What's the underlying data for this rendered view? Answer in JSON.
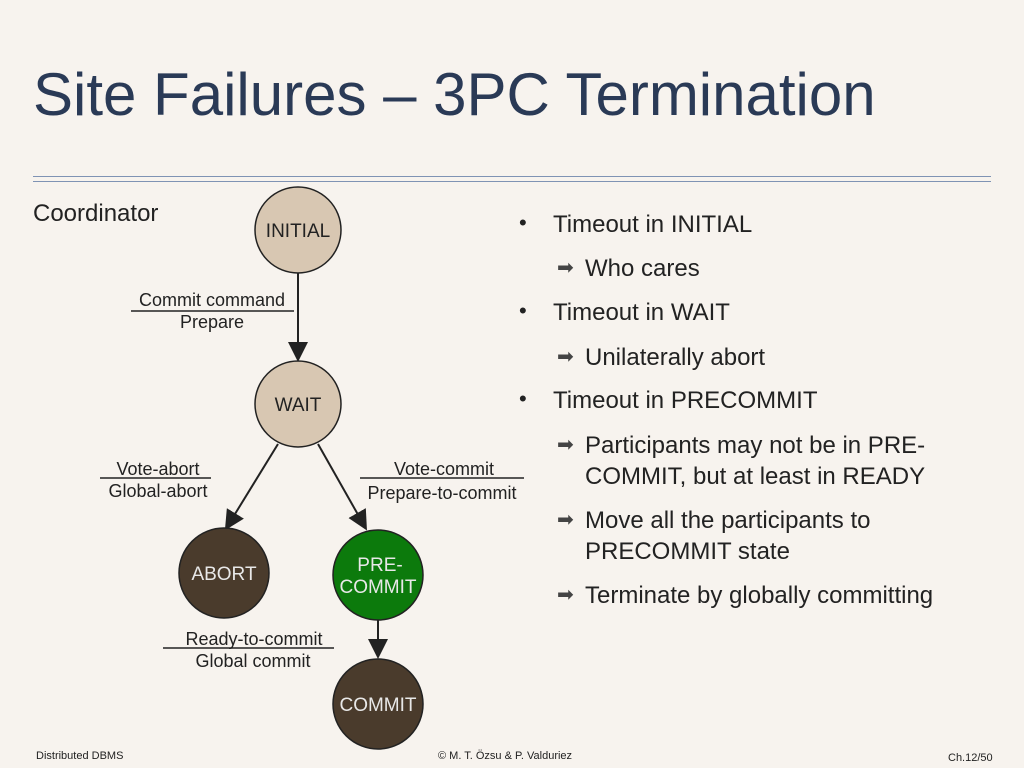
{
  "title": "Site Failures – 3PC Termination",
  "coordinator_label": "Coordinator",
  "diagram": {
    "states": {
      "initial": "INITIAL",
      "wait": "WAIT",
      "abort": "ABORT",
      "precommit_line1": "PRE-",
      "precommit_line2": "COMMIT",
      "commit": "COMMIT"
    },
    "edges": {
      "initial_wait_top": "Commit command",
      "initial_wait_bottom": "Prepare",
      "wait_abort_top": "Vote-abort",
      "wait_abort_bottom": "Global-abort",
      "wait_precommit_top": "Vote-commit",
      "wait_precommit_bottom": "Prepare-to-commit",
      "precommit_commit_top": "Ready-to-commit",
      "precommit_commit_bottom": "Global commit"
    },
    "colors": {
      "initial": "#d8c7b2",
      "wait": "#d8c7b2",
      "abort": "#4a3b2c",
      "precommit": "#0c7a0c",
      "commit": "#4a3b2c"
    }
  },
  "bullets": [
    {
      "text": "Timeout in INITIAL",
      "sub": [
        "Who cares"
      ]
    },
    {
      "text": "Timeout in WAIT",
      "sub": [
        "Unilaterally abort"
      ]
    },
    {
      "text": "Timeout in PRECOMMIT",
      "sub": [
        [
          "Participants may not be in PRE-",
          "COMMIT, but at least in READY"
        ],
        [
          "Move all the participants to",
          "PRECOMMIT state"
        ],
        [
          "Terminate by globally committing"
        ]
      ]
    }
  ],
  "footer": {
    "left": "Distributed DBMS",
    "center": "© M. T. Özsu & P. Valduriez",
    "right": "Ch.12/50"
  }
}
